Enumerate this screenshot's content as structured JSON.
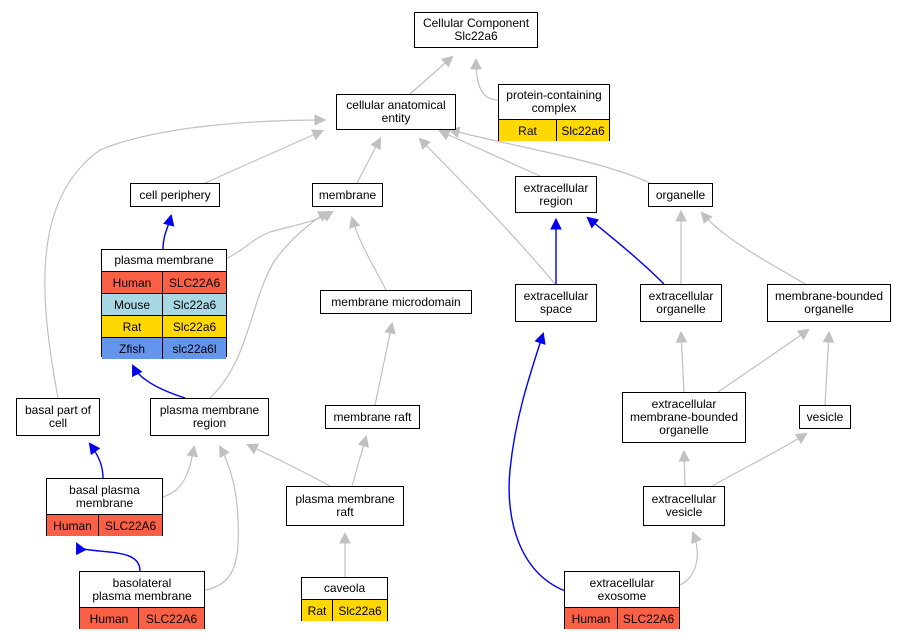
{
  "colors": {
    "human": "#fa6046",
    "mouse": "#a8d8e4",
    "rat": "#ffd800",
    "zfish": "#6495ed",
    "edge_gray": "#c0c0c0",
    "edge_blue": "#0000ee"
  },
  "nodes": {
    "cellular_component": {
      "label": "Cellular Component\nSlc22a6"
    },
    "protein_containing_complex": {
      "label": "protein-containing\ncomplex",
      "orthologs": [
        {
          "species": "Rat",
          "gene": "Slc22a6",
          "color": "rat"
        }
      ]
    },
    "cellular_anatomical_entity": {
      "label": "cellular anatomical\nentity"
    },
    "cell_periphery": {
      "label": "cell periphery"
    },
    "membrane": {
      "label": "membrane"
    },
    "extracellular_region": {
      "label": "extracellular\nregion"
    },
    "organelle": {
      "label": "organelle"
    },
    "plasma_membrane": {
      "label": "plasma membrane",
      "orthologs": [
        {
          "species": "Human",
          "gene": "SLC22A6",
          "color": "human"
        },
        {
          "species": "Mouse",
          "gene": "Slc22a6",
          "color": "mouse"
        },
        {
          "species": "Rat",
          "gene": "Slc22a6",
          "color": "rat"
        },
        {
          "species": "Zfish",
          "gene": "slc22a6l",
          "color": "zfish"
        }
      ]
    },
    "membrane_microdomain": {
      "label": "membrane microdomain"
    },
    "extracellular_space": {
      "label": "extracellular\nspace"
    },
    "extracellular_organelle": {
      "label": "extracellular\norganelle"
    },
    "membrane_bounded_organelle": {
      "label": "membrane-bounded\norganelle"
    },
    "basal_part_of_cell": {
      "label": "basal part of\ncell"
    },
    "plasma_membrane_region": {
      "label": "plasma membrane\nregion"
    },
    "membrane_raft": {
      "label": "membrane raft"
    },
    "extracellular_membrane_bounded_organelle": {
      "label": "extracellular\nmembrane-bounded\norganelle"
    },
    "vesicle": {
      "label": "vesicle"
    },
    "basal_plasma_membrane": {
      "label": "basal plasma\nmembrane",
      "orthologs": [
        {
          "species": "Human",
          "gene": "SLC22A6",
          "color": "human"
        }
      ]
    },
    "plasma_membrane_raft": {
      "label": "plasma membrane\nraft"
    },
    "extracellular_vesicle": {
      "label": "extracellular\nvesicle"
    },
    "basolateral_plasma_membrane": {
      "label": "basolateral\nplasma membrane",
      "orthologs": [
        {
          "species": "Human",
          "gene": "SLC22A6",
          "color": "human"
        }
      ]
    },
    "caveola": {
      "label": "caveola",
      "orthologs": [
        {
          "species": "Rat",
          "gene": "Slc22a6",
          "color": "rat"
        }
      ]
    },
    "extracellular_exosome": {
      "label": "extracellular\nexosome",
      "orthologs": [
        {
          "species": "Human",
          "gene": "SLC22A6",
          "color": "human"
        }
      ]
    }
  },
  "edges": [
    {
      "from": "cellular_anatomical_entity",
      "to": "cellular_component",
      "type": "is_a"
    },
    {
      "from": "protein_containing_complex",
      "to": "cellular_component",
      "type": "is_a"
    },
    {
      "from": "cell_periphery",
      "to": "cellular_anatomical_entity",
      "type": "is_a"
    },
    {
      "from": "membrane",
      "to": "cellular_anatomical_entity",
      "type": "is_a"
    },
    {
      "from": "extracellular_region",
      "to": "cellular_anatomical_entity",
      "type": "is_a"
    },
    {
      "from": "organelle",
      "to": "cellular_anatomical_entity",
      "type": "is_a"
    },
    {
      "from": "basal_part_of_cell",
      "to": "cellular_anatomical_entity",
      "type": "is_a"
    },
    {
      "from": "extracellular_space",
      "to": "cellular_anatomical_entity",
      "type": "is_a"
    },
    {
      "from": "plasma_membrane",
      "to": "cell_periphery",
      "type": "part_of"
    },
    {
      "from": "plasma_membrane",
      "to": "membrane",
      "type": "is_a"
    },
    {
      "from": "membrane_microdomain",
      "to": "membrane",
      "type": "is_a"
    },
    {
      "from": "plasma_membrane_region",
      "to": "membrane",
      "type": "is_a"
    },
    {
      "from": "extracellular_space",
      "to": "extracellular_region",
      "type": "part_of"
    },
    {
      "from": "extracellular_organelle",
      "to": "extracellular_region",
      "type": "part_of"
    },
    {
      "from": "extracellular_organelle",
      "to": "organelle",
      "type": "is_a"
    },
    {
      "from": "membrane_bounded_organelle",
      "to": "organelle",
      "type": "is_a"
    },
    {
      "from": "plasma_membrane_region",
      "to": "plasma_membrane",
      "type": "part_of"
    },
    {
      "from": "membrane_raft",
      "to": "membrane_microdomain",
      "type": "is_a"
    },
    {
      "from": "extracellular_exosome",
      "to": "extracellular_space",
      "type": "part_of"
    },
    {
      "from": "extracellular_membrane_bounded_organelle",
      "to": "extracellular_organelle",
      "type": "is_a"
    },
    {
      "from": "extracellular_membrane_bounded_organelle",
      "to": "membrane_bounded_organelle",
      "type": "is_a"
    },
    {
      "from": "vesicle",
      "to": "membrane_bounded_organelle",
      "type": "is_a"
    },
    {
      "from": "basal_plasma_membrane",
      "to": "basal_part_of_cell",
      "type": "part_of"
    },
    {
      "from": "basal_plasma_membrane",
      "to": "plasma_membrane_region",
      "type": "is_a"
    },
    {
      "from": "basolateral_plasma_membrane",
      "to": "plasma_membrane_region",
      "type": "is_a"
    },
    {
      "from": "plasma_membrane_raft",
      "to": "plasma_membrane_region",
      "type": "is_a"
    },
    {
      "from": "plasma_membrane_raft",
      "to": "membrane_raft",
      "type": "is_a"
    },
    {
      "from": "extracellular_vesicle",
      "to": "extracellular_membrane_bounded_organelle",
      "type": "is_a"
    },
    {
      "from": "extracellular_vesicle",
      "to": "vesicle",
      "type": "is_a"
    },
    {
      "from": "basolateral_plasma_membrane",
      "to": "basal_plasma_membrane",
      "type": "part_of"
    },
    {
      "from": "caveola",
      "to": "plasma_membrane_raft",
      "type": "is_a"
    },
    {
      "from": "extracellular_exosome",
      "to": "extracellular_vesicle",
      "type": "is_a"
    }
  ]
}
